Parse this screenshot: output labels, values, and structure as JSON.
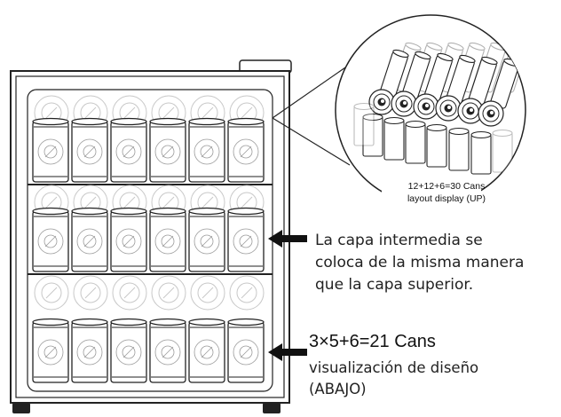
{
  "inset": {
    "caption_line1": "12+12+6=30 Cans",
    "caption_line2": "layout display (UP)"
  },
  "middle_label": {
    "line1": "La capa intermedia se",
    "line2": "coloca de la misma manera",
    "line3": "que la capa superior."
  },
  "bottom_label": {
    "heading": "3×5+6=21 Cans",
    "line1": "visualización de diseño",
    "line2": "(ABAJO)"
  },
  "colors": {
    "outline": "#222222",
    "faint_can": "#c8c8c8",
    "background": "#ffffff"
  },
  "icons": [
    "fridge-body",
    "beer-can-icon",
    "arrow-icon",
    "zoom-inset"
  ]
}
